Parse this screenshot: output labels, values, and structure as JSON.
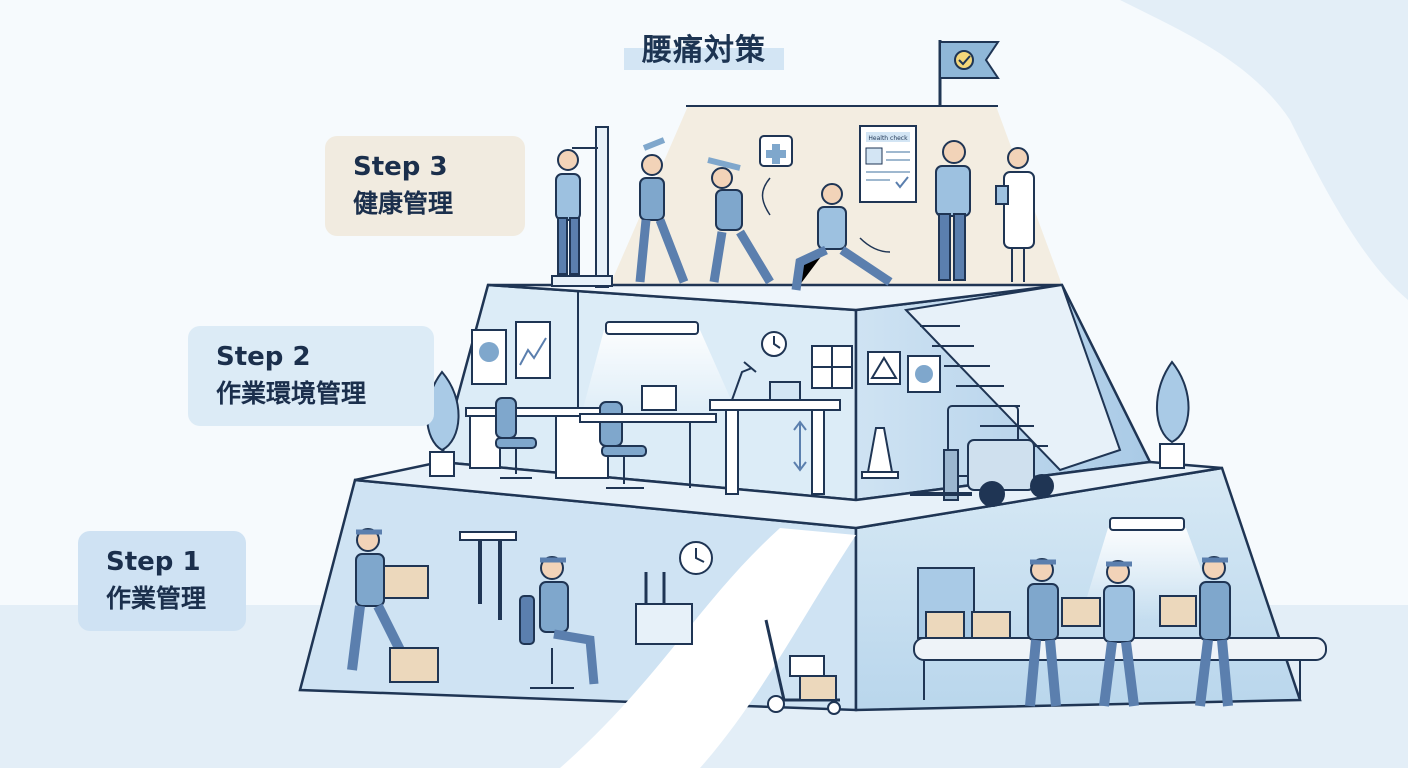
{
  "title": "腰痛対策",
  "steps": [
    {
      "label": "Step 3",
      "name": "健康管理"
    },
    {
      "label": "Step 2",
      "name": "作業環境管理"
    },
    {
      "label": "Step 1",
      "name": "作業管理"
    }
  ],
  "health_check_text": "Health check",
  "colors": {
    "line": "#1f3554",
    "figure": "#7fa7cc",
    "pants": "#5b7fae",
    "tier1": "#cfe3f3",
    "tier2": "#dcecf7",
    "tier3": "#f3ede1",
    "box": "#ecd8bc"
  }
}
